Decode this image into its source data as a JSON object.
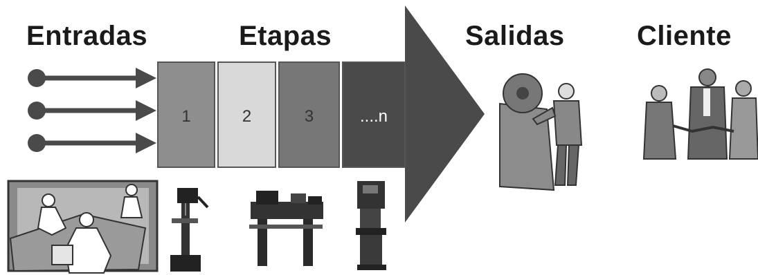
{
  "headings": {
    "inputs": "Entradas",
    "stages": "Etapas",
    "outputs": "Salidas",
    "customer": "Cliente"
  },
  "stages": [
    {
      "label": "1",
      "color": "#8e8e8e"
    },
    {
      "label": "2",
      "color": "#d9d9d9"
    },
    {
      "label": "3",
      "color": "#777777"
    },
    {
      "label": "....n",
      "color": "#4a4a4a"
    }
  ],
  "arrow_color": "#4a4a4a",
  "input_arrow_count": 3,
  "illustrations": [
    {
      "name": "workers-illustration-icon"
    },
    {
      "name": "drill-press-icon"
    },
    {
      "name": "lathe-icon"
    },
    {
      "name": "machine-icon"
    },
    {
      "name": "worker-with-output-icon"
    },
    {
      "name": "customers-handshake-icon"
    }
  ]
}
